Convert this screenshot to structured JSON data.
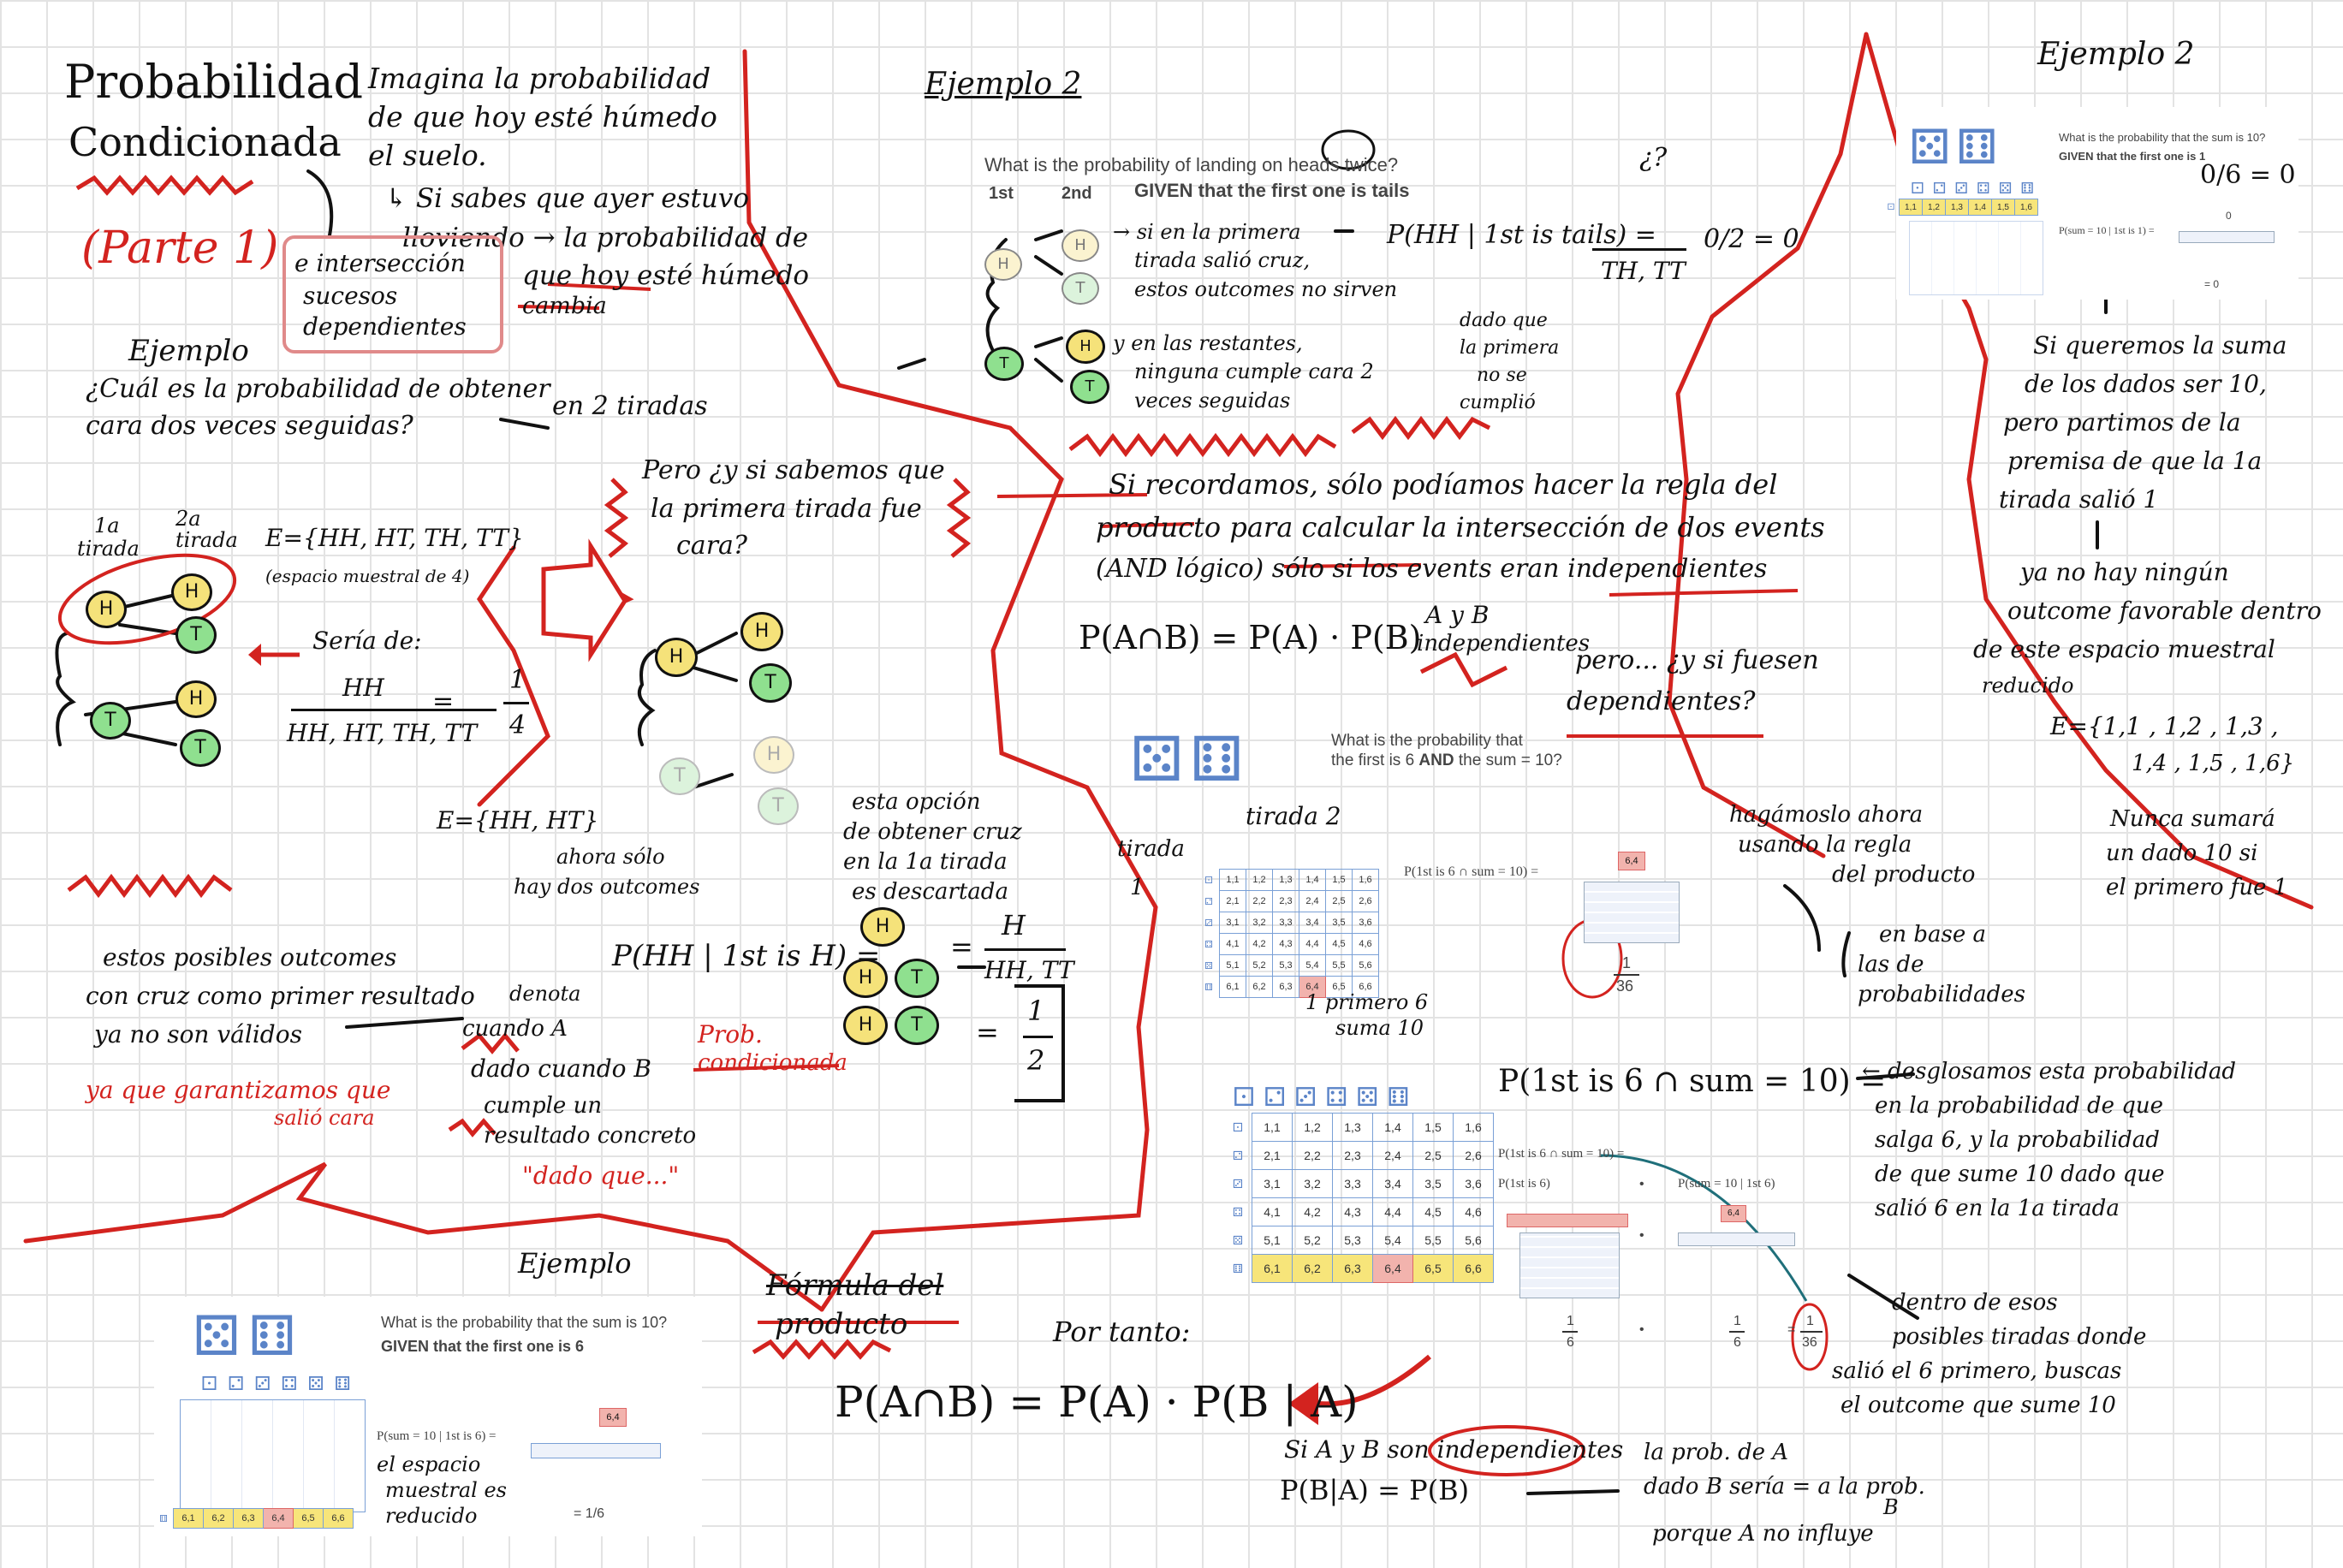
{
  "title": {
    "line1": "Probabilidad",
    "line2": "Condicionada",
    "part": "(Parte 1)"
  },
  "intro": {
    "l1": "Imagina la probabilidad",
    "l2": "de que hoy esté húmedo",
    "l3": "el suelo.",
    "l4": "↳ Si sabes que ayer estuvo",
    "l5": "lloviendo → la probabilidad de",
    "l6": "que hoy esté húmedo",
    "l7": "cambia"
  },
  "boxnote": {
    "l1": "e intersección",
    "l2": "sucesos",
    "l3": "dependientes"
  },
  "ej1": {
    "heading": "Ejemplo",
    "q1": "¿Cuál es la probabilidad de obtener",
    "q2": "cara dos veces seguidas?",
    "q3": "en 2 tiradas",
    "t1a": "1a",
    "t1b": "tirada",
    "t2a": "2a",
    "t2b": "tirada",
    "space": "E={HH, HT, TH, TT}",
    "space_note": "(espacio muestral de 4)",
    "seria": "Sería de:",
    "frac_num": "HH",
    "frac_den": "HH, HT, TH, TT",
    "eq": "=",
    "res_num": "1",
    "res_den": "4"
  },
  "pero": {
    "l1": "Pero ¿y si sabemos que",
    "l2": "la primera tirada fue",
    "l3": "cara?"
  },
  "space2": {
    "text": "E={HH, HT}",
    "note1": "ahora sólo",
    "note2": "hay dos outcomes"
  },
  "opcion": {
    "l1": "esta opción",
    "l2": "de obtener cruz",
    "l3": "en la 1a tirada",
    "l4": "es descartada"
  },
  "cond": {
    "formula": "P(HH | 1st is H) =",
    "eq": "=",
    "num": "H",
    "den": "HH, TT",
    "res_num": "1",
    "res_den": "2"
  },
  "estos": {
    "l1": "estos posibles outcomes",
    "l2": "con cruz como primer resultado",
    "l3": "ya no son válidos"
  },
  "yaque": {
    "l1": "ya que garantizamos que",
    "l2": "salió cara"
  },
  "denota": {
    "l1": "denota",
    "l2": "cuando A",
    "l3": "dado cuando B",
    "l4": "cumple un",
    "l5": "resultado concreto",
    "l6": "\"dado que...\""
  },
  "probcond": {
    "l1": "Prob.",
    "l2": "condicionada"
  },
  "ej2": {
    "heading": "Ejemplo 2",
    "q": "What is the probability of landing on heads twice?",
    "h1": "1st",
    "h2": "2nd",
    "given": "GIVEN that the first one is tails",
    "note1": "→ si en la primera",
    "note2": "tirada salió cruz,",
    "note3": "estos outcomes no sirven",
    "note4": "y en las restantes,",
    "note5": "ninguna cumple cara 2",
    "note6": "veces seguidas",
    "note7": "dado que",
    "note8": "la primera",
    "note9": "no se",
    "note10": "cumplió",
    "formula": "P(HH | 1st is tails) =",
    "den": "TH, TT",
    "res": "0/2 = 0",
    "q2": "¿?"
  },
  "regla": {
    "l1": "Si recordamos, sólo podíamos hacer la regla del",
    "l2": "producto para calcular la intersección de dos events",
    "l3": "(AND lógico) sólo si los events eran independientes",
    "f": "P(A∩B) = P(A) · P(B)",
    "ind1": "A y B",
    "ind2": "independientes",
    "pero1": "pero... ¿y si fuesen",
    "pero2": "dependientes?"
  },
  "dice1": {
    "q1": "What is the probability that",
    "q2a": "the first is 6 ",
    "q2b": "AND",
    "q2c": " the sum = 10?",
    "tirada1a": "tirada",
    "tirada1b": "1",
    "tirada2": "tirada 2",
    "formula": "P(1st is 6 ∩ sum = 10) =",
    "cell": "6,4",
    "res_num": "1",
    "res_den": "36",
    "note1": "1 primero 6",
    "note2": "suma 10",
    "rehacer1": "hagámoslo ahora",
    "rehacer2": "usando la regla",
    "rehacer3": "del producto",
    "base1": "en base a",
    "base2": "las de",
    "base3": "probabilidades"
  },
  "grid": {
    "rows": [
      [
        "1,1",
        "1,2",
        "1,3",
        "1,4",
        "1,5",
        "1,6"
      ],
      [
        "2,1",
        "2,2",
        "2,3",
        "2,4",
        "2,5",
        "2,6"
      ],
      [
        "3,1",
        "3,2",
        "3,3",
        "3,4",
        "3,5",
        "3,6"
      ],
      [
        "4,1",
        "4,2",
        "4,3",
        "4,4",
        "4,5",
        "4,6"
      ],
      [
        "5,1",
        "5,2",
        "5,3",
        "5,4",
        "5,5",
        "5,6"
      ],
      [
        "6,1",
        "6,2",
        "6,3",
        "6,4",
        "6,5",
        "6,6"
      ]
    ]
  },
  "desglose": {
    "formula": "P(1st is 6 ∩ sum = 10) =",
    "note1": "← desglosamos esta probabilidad",
    "note2": "en la probabilidad de que",
    "note3": "salga 6, y la probabilidad",
    "note4": "de que sume 10 dado que",
    "note5": "salió 6 en la 1a tirada",
    "p1": "P(1st is 6 ∩ sum = 10) =",
    "p2": "P(1st is 6)",
    "p3": "P(sum = 10 | 1st 6)",
    "dot": "•",
    "f1n": "1",
    "f1d": "6",
    "f2n": "1",
    "f2d": "6",
    "eq": "=",
    "f3n": "1",
    "f3d": "36",
    "cell": "6,4",
    "dentro1": "dentro de esos",
    "dentro2": "posibles tiradas donde",
    "dentro3": "salió el 6 primero, buscas",
    "dentro4": "el outcome que sume 10"
  },
  "ej3": {
    "heading": "Ejemplo",
    "q1": "What is the probability that the sum is 10?",
    "q2": "GIVEN that the first one is 6",
    "formula": "P(sum = 10 | 1st is 6) =",
    "cell": "6,4",
    "res": "= 1/6",
    "note1": "el espacio",
    "note2": "muestral es",
    "note3": "reducido",
    "row": [
      "6,1",
      "6,2",
      "6,3",
      "6,4",
      "6,5",
      "6,6"
    ]
  },
  "formula": {
    "h1": "Fórmula del",
    "h2": "producto",
    "portanto": "Por tanto:",
    "f": "P(A∩B) = P(A) · P(B | A)",
    "si": "Si A y B son independientes",
    "indep": "P(B|A) = P(B)",
    "n1": "la prob. de A",
    "n2": "dado B sería = a la prob.",
    "n3": "B",
    "n4": "porque A no influye"
  },
  "ej4": {
    "heading": "Ejemplo 2",
    "q1": "What is the probability that the sum is 10?",
    "q2": "GIVEN that the first one is 1",
    "formula": "P(sum = 10 | 1st is 1) =",
    "zero": "0",
    "eqzero": "= 0",
    "res": "0/6 = 0",
    "row": [
      "1,1",
      "1,2",
      "1,3",
      "1,4",
      "1,5",
      "1,6"
    ],
    "n1": "Si queremos la suma",
    "n2": "de los dados ser 10,",
    "n3": "pero partimos de la",
    "n4": "premisa de que la 1a",
    "n5": "tirada salió 1",
    "n6": "ya no hay ningún",
    "n7": "outcome favorable dentro",
    "n8": "de este espacio muestral",
    "n9": "reducido",
    "space1": "E={1,1 , 1,2 , 1,3 ,",
    "space2": "1,4 , 1,5 , 1,6}",
    "n10": "Nunca sumará",
    "n11": "un dado 10 si",
    "n12": "el primero fue 1"
  },
  "coin": {
    "H": "H",
    "T": "T"
  },
  "colors": {
    "red": "#d3231f",
    "heads": "#f5e27a",
    "tails": "#8fe08f",
    "grid": "#7aa0d6"
  }
}
